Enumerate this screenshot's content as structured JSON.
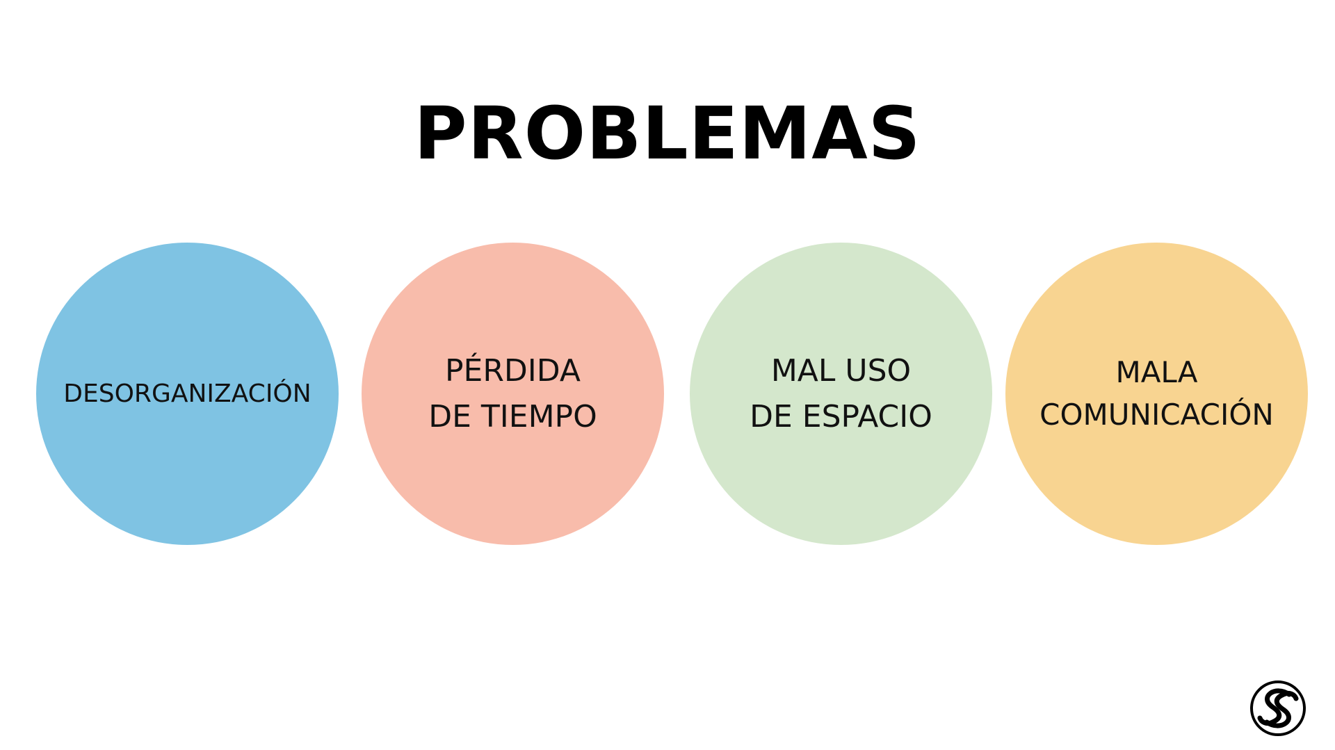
{
  "title": "PROBLEMAS",
  "problems": [
    {
      "label": "DESORGANIZACIÓN",
      "color": "#7fc3e3"
    },
    {
      "label": "PÉRDIDA\nDE TIEMPO",
      "color": "#f8bcab"
    },
    {
      "label": "MAL USO\nDE ESPACIO",
      "color": "#d4e7cc"
    },
    {
      "label": "MALA\nCOMUNICACIÓN",
      "color": "#f8d491"
    }
  ],
  "logo": {
    "icon": "swirl-circle-logo-icon"
  }
}
